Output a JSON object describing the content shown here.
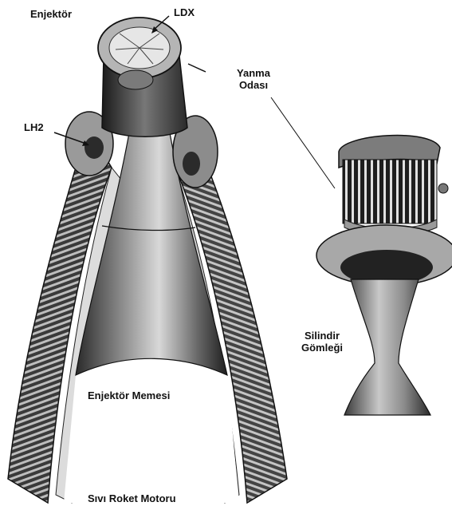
{
  "labels": {
    "injector": "Enjektör",
    "ldx": "LDX",
    "combustion_chamber_line1": "Yanma",
    "combustion_chamber_line2": "Odası",
    "lh2": "LH2",
    "cylinder_jacket_line1": "Silindir",
    "cylinder_jacket_line2": "Gömleği",
    "injector_nozzle": "Enjektör Memesi",
    "liquid_rocket_engine": "Sıvı Roket Motoru"
  }
}
